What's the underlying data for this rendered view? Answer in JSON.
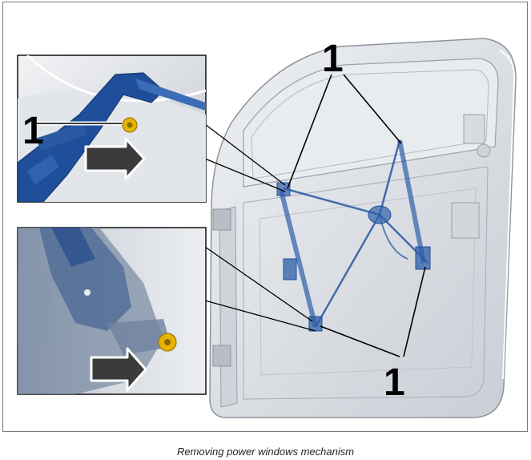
{
  "figure": {
    "caption": "Removing power windows mechanism",
    "callouts": [
      {
        "id": "top",
        "label": "1"
      },
      {
        "id": "bottom",
        "label": "1"
      },
      {
        "id": "inset-top",
        "label": "1"
      }
    ]
  },
  "colors": {
    "mechanism_blue": "#1f4f9a",
    "nut_yellow": "#e6b400",
    "door_gray": "#d9dde2",
    "frame_border": "#7a7a7a"
  }
}
